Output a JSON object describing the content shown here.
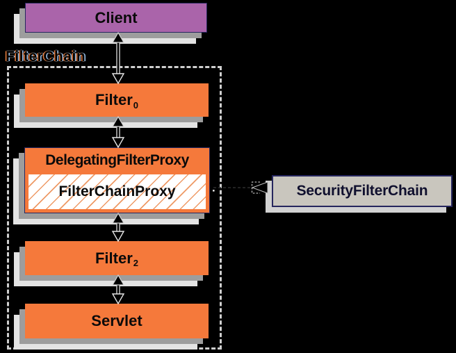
{
  "diagram": {
    "client": "Client",
    "filterchain_label": "FilterChain",
    "filter0": {
      "base": "Filter",
      "sub": "0"
    },
    "delegating_filter_proxy": "DelegatingFilterProxy",
    "filter_chain_proxy": "FilterChainProxy",
    "filter2": {
      "base": "Filter",
      "sub": "2"
    },
    "servlet": "Servlet",
    "security_filter_chain": "SecurityFilterChain"
  },
  "colors": {
    "background": "#000000",
    "box_orange": "#F5793B",
    "box_purple": "#AA64AA",
    "box_tan": "#C9C6BE",
    "border_navy": "#26265E",
    "shadow_mid": "#9D9D9D",
    "shadow_light": "#E3E3E3",
    "hatch_orange": "#EE9A66",
    "dashed_border": "#CFCFCF"
  }
}
